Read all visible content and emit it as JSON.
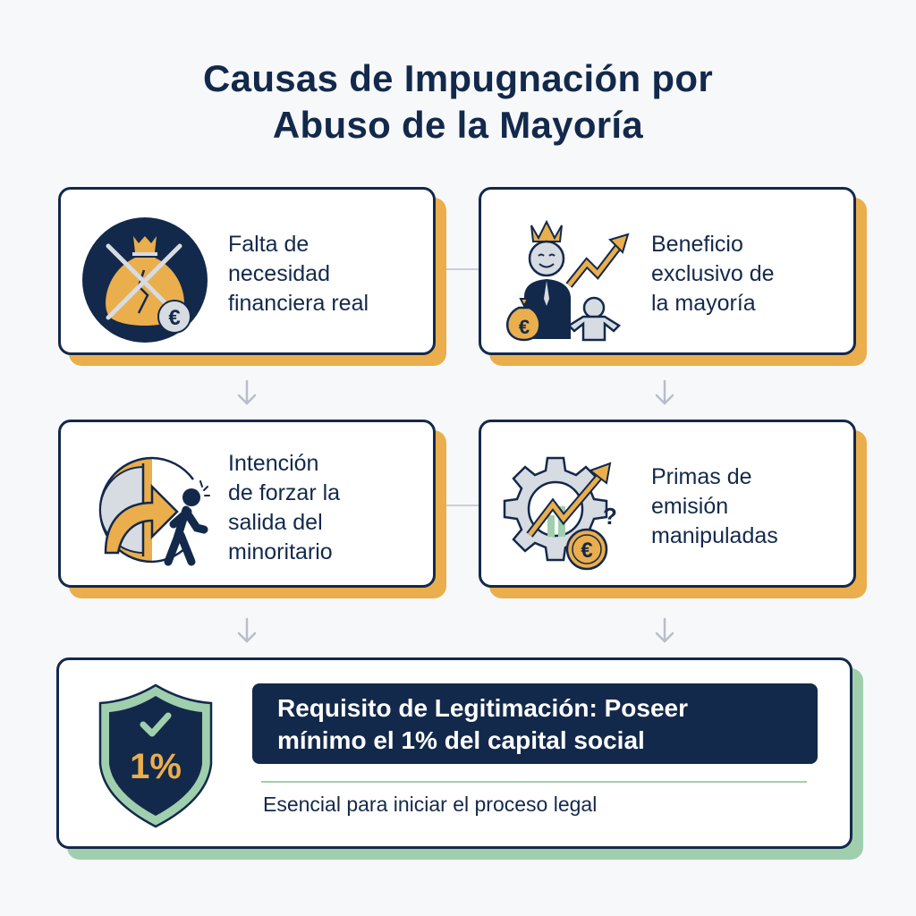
{
  "title": {
    "line1": "Causas de Impugnación por",
    "line2": "Abuso de la Mayoría"
  },
  "causes": [
    {
      "id": "falta",
      "line1": "Falta de",
      "line2": "necesidad",
      "line3": "financiera real",
      "icon": "crossed-money-bag-icon"
    },
    {
      "id": "beneficio",
      "line1": "Beneficio",
      "line2": "exclusivo de",
      "line3": "la mayoría",
      "icon": "crowned-majority-profit-icon"
    },
    {
      "id": "intencion",
      "line1": "Intención",
      "line2": "de forzar la",
      "line3": "salida del",
      "line4": "minoritario",
      "icon": "forced-exit-icon"
    },
    {
      "id": "primas",
      "line1": "Primas de",
      "line2": "emisión",
      "line3": "manipuladas",
      "icon": "manipulated-premium-gear-icon"
    }
  ],
  "requirement": {
    "badge": "1%",
    "line1": "Requisito de Legitimación: Poseer",
    "line2": "mínimo el 1% del capital social",
    "subtitle": "Esencial para iniciar el proceso legal"
  },
  "colors": {
    "navy": "#13294b",
    "orange": "#eaae4c",
    "green": "#9fcfad",
    "grey": "#c9ced6"
  }
}
